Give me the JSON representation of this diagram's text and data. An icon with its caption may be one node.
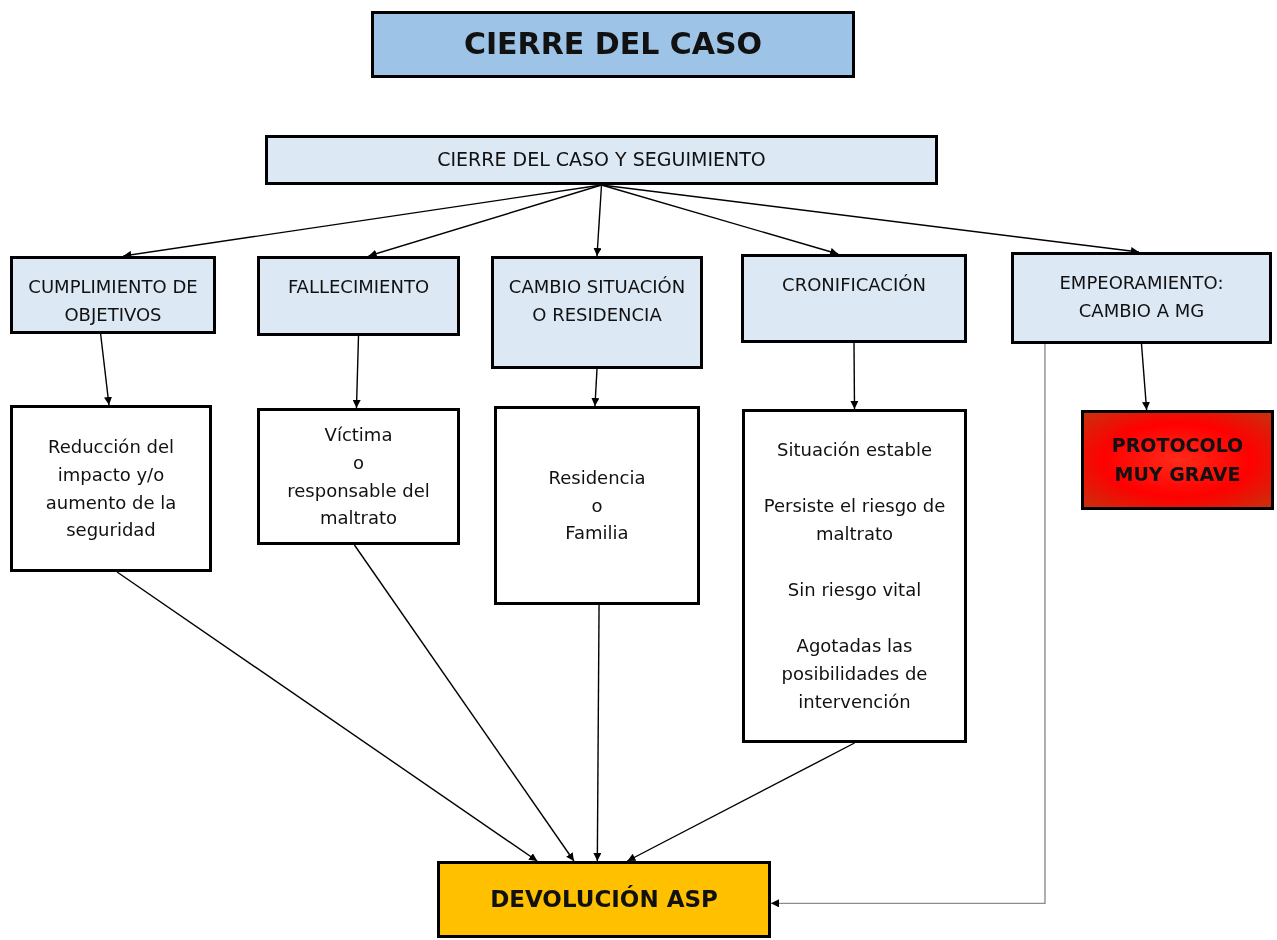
{
  "diagram": {
    "nodes": [
      {
        "text": [
          "CIERRE DEL CASO"
        ]
      },
      {
        "text": [
          "CIERRE DEL CASO Y SEGUIMIENTO"
        ]
      },
      {
        "text": [
          "CUMPLIMIENTO DE OBJETIVOS"
        ]
      },
      {
        "text": [
          "FALLECIMIENTO"
        ]
      },
      {
        "text": [
          "CAMBIO SITUACIÓN O RESIDENCIA"
        ]
      },
      {
        "text": [
          "CRONIFICACIÓN"
        ]
      },
      {
        "text": [
          "EMPEORAMIENTO: CAMBIO A MG"
        ]
      },
      {
        "text": [
          "Reducción del impacto y/o aumento de la seguridad"
        ]
      },
      {
        "text": [
          "Víctima",
          "o",
          "responsable del maltrato"
        ]
      },
      {
        "text": [
          "Residencia",
          "o",
          "Familia"
        ]
      },
      {
        "text": [
          "Situación estable",
          "Persiste el riesgo de maltrato",
          "Sin riesgo vital",
          "Agotadas las posibilidades de intervención"
        ]
      },
      {
        "text": [
          "PROTOCOLO MUY GRAVE"
        ]
      },
      {
        "text": [
          "DEVOLUCIÓN ASP"
        ]
      }
    ],
    "edges": [
      {
        "from": 1,
        "to": 2,
        "arrow": "to"
      },
      {
        "from": 1,
        "to": 3,
        "arrow": "to"
      },
      {
        "from": 1,
        "to": 4,
        "arrow": "to"
      },
      {
        "from": 1,
        "to": 5,
        "arrow": "to"
      },
      {
        "from": 1,
        "to": 6,
        "arrow": "to"
      },
      {
        "from": 2,
        "to": 7,
        "arrow": "to"
      },
      {
        "from": 3,
        "to": 8,
        "arrow": "to"
      },
      {
        "from": 4,
        "to": 9,
        "arrow": "to"
      },
      {
        "from": 5,
        "to": 10,
        "arrow": "to"
      },
      {
        "from": 6,
        "to": 11,
        "arrow": "to"
      },
      {
        "from": 7,
        "to": 12,
        "arrow": "to"
      },
      {
        "from": 8,
        "to": 12,
        "arrow": "to"
      },
      {
        "from": 9,
        "to": 12,
        "arrow": "to"
      },
      {
        "from": 10,
        "to": 12,
        "arrow": "to"
      },
      {
        "from": 6,
        "to": 12,
        "arrow": "to",
        "color": "#8c8c8c"
      }
    ]
  }
}
